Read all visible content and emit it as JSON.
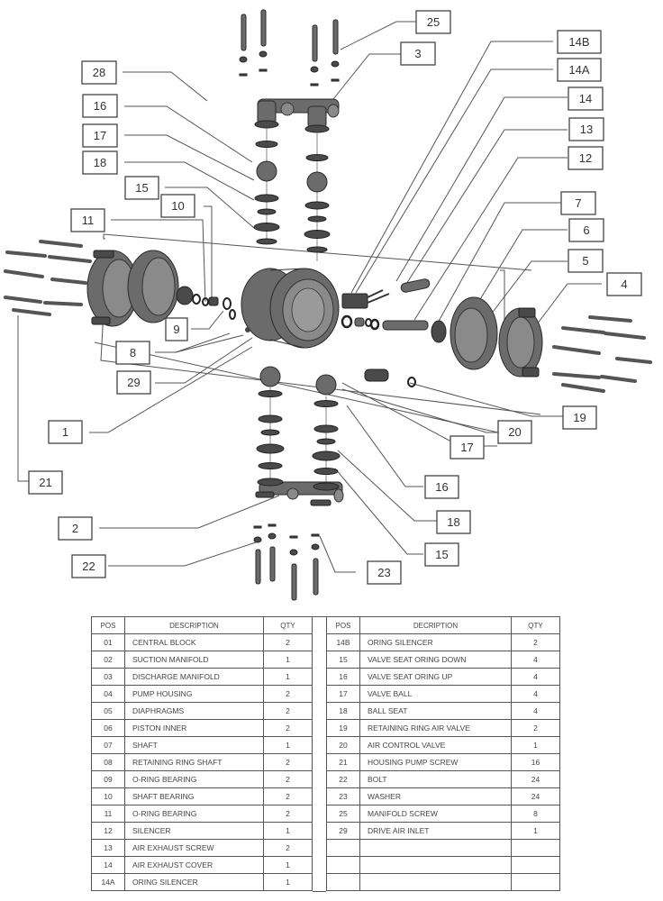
{
  "diagram": {
    "title": "Diaphragm pump exploded view",
    "callouts": [
      {
        "id": "25",
        "label": "25"
      },
      {
        "id": "3",
        "label": "3"
      },
      {
        "id": "14B",
        "label": "14B"
      },
      {
        "id": "14A",
        "label": "14A"
      },
      {
        "id": "14",
        "label": "14"
      },
      {
        "id": "13",
        "label": "13"
      },
      {
        "id": "12",
        "label": "12"
      },
      {
        "id": "7",
        "label": "7"
      },
      {
        "id": "6",
        "label": "6"
      },
      {
        "id": "5",
        "label": "5"
      },
      {
        "id": "4",
        "label": "4"
      },
      {
        "id": "28",
        "label": "28"
      },
      {
        "id": "16a",
        "label": "16"
      },
      {
        "id": "17a",
        "label": "17"
      },
      {
        "id": "18a",
        "label": "18"
      },
      {
        "id": "15a",
        "label": "15"
      },
      {
        "id": "10",
        "label": "10"
      },
      {
        "id": "11",
        "label": "11"
      },
      {
        "id": "9",
        "label": "9"
      },
      {
        "id": "8",
        "label": "8"
      },
      {
        "id": "29",
        "label": "29"
      },
      {
        "id": "1",
        "label": "1"
      },
      {
        "id": "21",
        "label": "21"
      },
      {
        "id": "2",
        "label": "2"
      },
      {
        "id": "22",
        "label": "22"
      },
      {
        "id": "23",
        "label": "23"
      },
      {
        "id": "19",
        "label": "19"
      },
      {
        "id": "20",
        "label": "20"
      },
      {
        "id": "17b",
        "label": "17"
      },
      {
        "id": "16b",
        "label": "16"
      },
      {
        "id": "18b",
        "label": "18"
      },
      {
        "id": "15b",
        "label": "15"
      }
    ]
  },
  "table": {
    "left": {
      "headers": [
        "POS",
        "DESCRIPTION",
        "QTY"
      ],
      "rows": [
        {
          "pos": "01",
          "desc": "CENTRAL BLOCK",
          "qty": "2"
        },
        {
          "pos": "02",
          "desc": "SUCTION MANIFOLD",
          "qty": "1"
        },
        {
          "pos": "03",
          "desc": "DISCHARGE MANIFOLD",
          "qty": "1"
        },
        {
          "pos": "04",
          "desc": "PUMP HOUSING",
          "qty": "2"
        },
        {
          "pos": "05",
          "desc": "DIAPHRAGMS",
          "qty": "2"
        },
        {
          "pos": "06",
          "desc": "PISTON INNER",
          "qty": "2"
        },
        {
          "pos": "07",
          "desc": "SHAFT",
          "qty": "1"
        },
        {
          "pos": "08",
          "desc": "RETAINING RING SHAFT",
          "qty": "2"
        },
        {
          "pos": "09",
          "desc": "O-RING BEARING",
          "qty": "2"
        },
        {
          "pos": "10",
          "desc": "SHAFT BEARING",
          "qty": "2"
        },
        {
          "pos": "11",
          "desc": "O-RING BEARING",
          "qty": "2"
        },
        {
          "pos": "12",
          "desc": "SILENCER",
          "qty": "1"
        },
        {
          "pos": "13",
          "desc": "AIR EXHAUST SCREW",
          "qty": "2"
        },
        {
          "pos": "14",
          "desc": "AIR EXHAUST COVER",
          "qty": "1"
        },
        {
          "pos": "14A",
          "desc": "ORING SILENCER",
          "qty": "1"
        }
      ]
    },
    "right": {
      "headers": [
        "POS",
        "DECRIPTION",
        "QTY"
      ],
      "rows": [
        {
          "pos": "14B",
          "desc": "ORING SILENCER",
          "qty": "2"
        },
        {
          "pos": "15",
          "desc": "VALVE SEAT ORING DOWN",
          "qty": "4"
        },
        {
          "pos": "16",
          "desc": "VALVE SEAT ORING UP",
          "qty": "4"
        },
        {
          "pos": "17",
          "desc": "VALVE BALL",
          "qty": "4"
        },
        {
          "pos": "18",
          "desc": "BALL SEAT",
          "qty": "4"
        },
        {
          "pos": "19",
          "desc": "RETAINING RING AIR VALVE",
          "qty": "2"
        },
        {
          "pos": "20",
          "desc": "AIR CONTROL VALVE",
          "qty": "1"
        },
        {
          "pos": "21",
          "desc": "HOUSING PUMP SCREW",
          "qty": "16"
        },
        {
          "pos": "22",
          "desc": "BOLT",
          "qty": "24"
        },
        {
          "pos": "23",
          "desc": "WASHER",
          "qty": "24"
        },
        {
          "pos": "25",
          "desc": "MANIFOLD SCREW",
          "qty": "8"
        },
        {
          "pos": "29",
          "desc": "DRIVE AIR INLET",
          "qty": "1"
        },
        {
          "pos": "",
          "desc": "",
          "qty": ""
        },
        {
          "pos": "",
          "desc": "",
          "qty": ""
        },
        {
          "pos": "",
          "desc": "",
          "qty": ""
        }
      ]
    }
  }
}
